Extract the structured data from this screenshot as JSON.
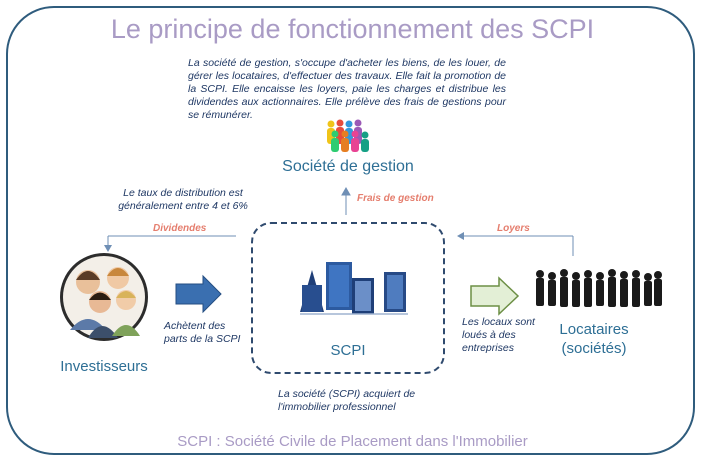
{
  "title": "Le principe de fonctionnement des SCPI",
  "gestion_desc": "La société de gestion, s'occupe d'acheter les biens, de les louer, de gérer les locataires, d'effectuer des travaux. Elle fait la promotion de la SCPI. Elle encaisse les loyers, paie les charges et distribue les dividendes aux actionnaires. Elle prélève des frais de gestions pour se rémunérer.",
  "gestion_label": "Société de gestion",
  "frais_label": "Frais de gestion",
  "taux_text": "Le taux de distribution est généralement entre 4 et 6%",
  "dividendes_label": "Dividendes",
  "loyers_label": "Loyers",
  "investisseurs_label": "Investisseurs",
  "achetent_text": "Achètent des parts de la SCPI",
  "scpi_label": "SCPI",
  "locaux_text": "Les locaux sont loués à des entreprises",
  "locataires_label": "Locataires (sociétés)",
  "acquiert_text": "La société (SCPI) acquiert de l'immobilier professionnel",
  "footer": "SCPI : Société Civile de Placement dans l'Immobilier",
  "colors": {
    "frame": "#2f5c7d",
    "title": "#a99bc5",
    "teal": "#2e6f95",
    "accent_red": "#e57e6e",
    "arrow_blue": "#3a6fb0",
    "arrow_green": "#9bbd7c"
  }
}
